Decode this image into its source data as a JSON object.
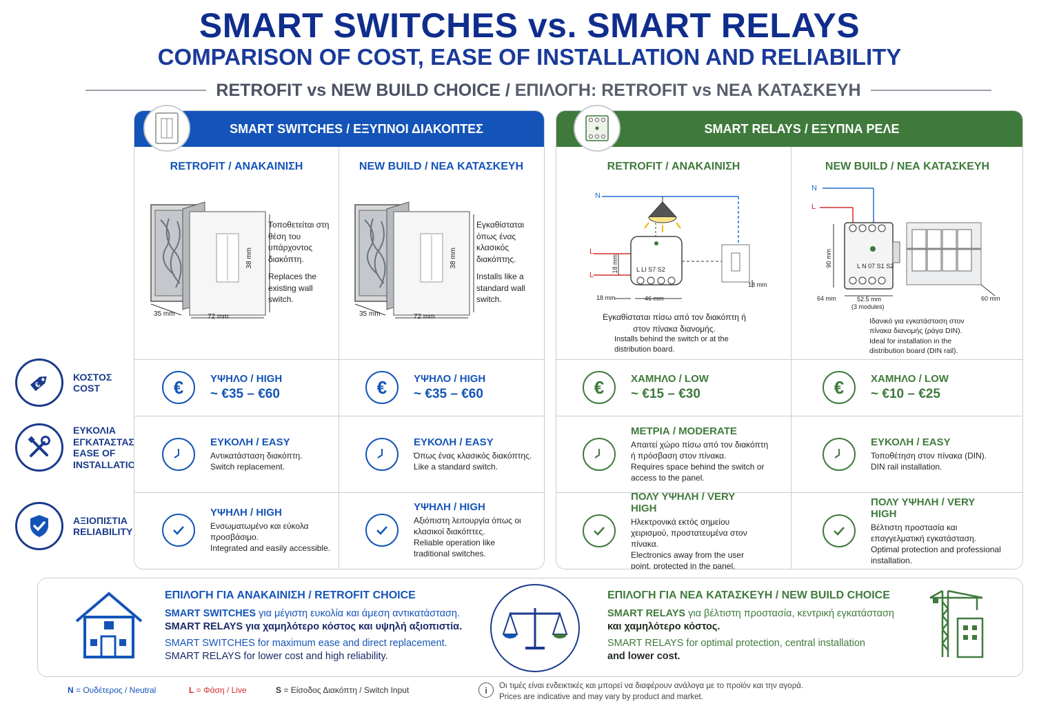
{
  "title": "SMART SWITCHES vs. SMART RELAYS",
  "subtitle": "COMPARISON OF COST, EASE OF INSTALLATION AND RELIABILITY",
  "choice_heading": {
    "en": "RETROFIT vs NEW BUILD CHOICE /",
    "el": "ΕΠΙΛΟΓΗ: RETROFIT vs ΝΕΑ ΚΑΤΑΣΚΕΥΗ"
  },
  "colors": {
    "blue": "#1454b8",
    "green": "#3f7a3c",
    "navy": "#0f2d8c"
  },
  "switches": {
    "header": "SMART SWITCHES / ΕΞΥΠΝΟΙ ΔΙΑΚΟΠΤΕΣ",
    "badge_icon": "wall-switch-icon",
    "retrofit": {
      "heading": "RETROFIT / ΑΝΑΚΑΙΝΙΣΗ",
      "dims": {
        "height": "38 mm",
        "depth": "35 mm",
        "width": "72 mm"
      },
      "desc_el": "Τοποθετείται στη θέση του υπάρχοντος διακόπτη.",
      "desc_en": "Replaces the existing wall switch.",
      "cost_level": "ΥΨΗΛΟ / HIGH",
      "cost_price": "~ €35 – €60",
      "ease_level": "ΕΥΚΟΛΗ / EASY",
      "ease_el": "Αντικατάσταση διακόπτη.",
      "ease_en": "Switch replacement.",
      "rel_level": "ΥΨΗΛΗ / HIGH",
      "rel_el": "Ενσωματωμένο και εύκολα προσβάσιμο.",
      "rel_en": "Integrated and easily accessible."
    },
    "newbuild": {
      "heading": "NEW BUILD / ΝΕΑ ΚΑΤΑΣΚΕΥΗ",
      "dims": {
        "height": "38 mm",
        "depth": "35 mm",
        "width": "72 mm"
      },
      "desc_el": "Εγκαθίσταται όπως ένας κλασικός διακόπτης.",
      "desc_en": "Installs like a standard wall switch.",
      "cost_level": "ΥΨΗΛΟ / HIGH",
      "cost_price": "~ €35 – €60",
      "ease_level": "ΕΥΚΟΛΗ / EASY",
      "ease_el": "Όπως ένας κλασικός διακόπτης.",
      "ease_en": "Like a standard switch.",
      "rel_level": "ΥΨΗΛΗ / HIGH",
      "rel_el": "Αξιόπιστη λειτουργία όπως οι κλασικοί διακόπτες.",
      "rel_en": "Reliable operation like traditional switches."
    }
  },
  "relays": {
    "header": "SMART RELAYS / ΕΞΥΠΝΑ ΡΕΛΕ",
    "badge_icon": "din-relay-icon",
    "retrofit": {
      "heading": "RETROFIT / ΑΝΑΚΑΙΝΙΣΗ",
      "wires": {
        "n": "N",
        "l": "L"
      },
      "terminals": "L  LI  S7  S2",
      "dims": {
        "height": "18 mm",
        "depth": "18 mm",
        "width": "46 mm",
        "side": "18 mm"
      },
      "desc_el": "Εγκαθίσταται πίσω από τον διακόπτη ή στον πίνακα διανομής.",
      "desc_en": "Installs behind the switch or at the distribution board.",
      "cost_level": "ΧΑΜΗΛΟ / LOW",
      "cost_price": "~ €15 – €30",
      "ease_level": "ΜΕΤΡΙΑ / MODERATE",
      "ease_el": "Απαιτεί χώρο πίσω από τον διακόπτη ή πρόσβαση στον πίνακα.",
      "ease_en": "Requires space behind the switch or access to the panel.",
      "rel_level": "ΠΟΛΥ ΥΨΗΛΗ / VERY HIGH",
      "rel_el": "Ηλεκτρονικά εκτός σημείου χειρισμού, προστατευμένα στον πίνακα.",
      "rel_en": "Electronics away from the user point, protected in the panel."
    },
    "newbuild": {
      "heading": "NEW BUILD / ΝΕΑ ΚΑΤΑΣΚΕΥΗ",
      "wires": {
        "n": "N",
        "l": "L"
      },
      "terminals": "L  N  07  S1  S2",
      "dims": {
        "height": "90 mm",
        "depth": "64 mm",
        "width": "52.5 mm",
        "modules": "(3 modules)",
        "side": "60 mm"
      },
      "desc_el": "Ιδανικό για εγκατάσταση στον πίνακα διανομής (ράγα DIN).",
      "desc_en": "Ideal for installation in the distribution board (DIN rail).",
      "cost_level": "ΧΑΜΗΛΟ / LOW",
      "cost_price": "~ €10 – €25",
      "ease_level": "ΕΥΚΟΛΗ / EASY",
      "ease_el": "Τοποθέτηση στον πίνακα (DIN).",
      "ease_en": "DIN rail installation.",
      "rel_level": "ΠΟΛΥ ΥΨΗΛΗ / VERY HIGH",
      "rel_el": "Βέλτιστη προστασία και επαγγελματική εγκατάσταση.",
      "rel_en": "Optimal protection and professional installation."
    }
  },
  "rows": {
    "cost": {
      "el": "ΚΟΣΤΟΣ",
      "en": "COST",
      "icon": "price-tag-icon"
    },
    "ease": {
      "el1": "ΕΥΚΟΛΙΑ",
      "el2": "ΕΓΚΑΤΑΣΤΑΣΗΣ",
      "en1": "EASE OF",
      "en2": "INSTALLATION",
      "icon": "tools-icon"
    },
    "reliability": {
      "el": "ΑΞΙΟΠΙΣΤΙΑ",
      "en": "RELIABILITY",
      "icon": "shield-check-icon"
    }
  },
  "bottom": {
    "retrofit": {
      "title": "ΕΠΙΛΟΓΗ ΓΙΑ ΑΝΑΚΑΙΝΙΣΗ / RETROFIT CHOICE",
      "l1a": "SMART SWITCHES",
      "l1b": " για μέγιστη ευκολία και άμεση αντικατάσταση.",
      "l2a": "SMART RELAYS",
      "l2b": " για χαμηλότερο κόστος και υψηλή αξιοπιστία.",
      "l3a": "SMART SWITCHES",
      "l3b": " for maximum ease and direct replacement.",
      "l4a": "SMART RELAYS",
      "l4b": " for lower cost and high reliability."
    },
    "newbuild": {
      "title": "ΕΠΙΛΟΓΗ ΓΙΑ ΝΕΑ ΚΑΤΑΣΚΕΥΗ / NEW BUILD CHOICE",
      "l1a": "SMART RELAYS",
      "l1b": " για βέλτιστη προστασία, κεντρική εγκατάσταση",
      "l2": "και χαμηλότερο κόστος.",
      "l3a": "SMART RELAYS",
      "l3b": " for optimal protection, central installation",
      "l4": "and lower cost."
    }
  },
  "legend": {
    "n_key": "N",
    "n_text": " = Ουδέτερος / Neutral",
    "l_key": "L",
    "l_text": " = Φάση / Live",
    "s_key": "S",
    "s_text": " = Είσοδος Διακόπτη / Switch Input"
  },
  "note": {
    "el": "Οι τιμές είναι ενδεικτικές και μπορεί να διαφέρουν ανάλογα με το προϊόν και την αγορά.",
    "en": "Prices are indicative and may vary by product and market."
  }
}
